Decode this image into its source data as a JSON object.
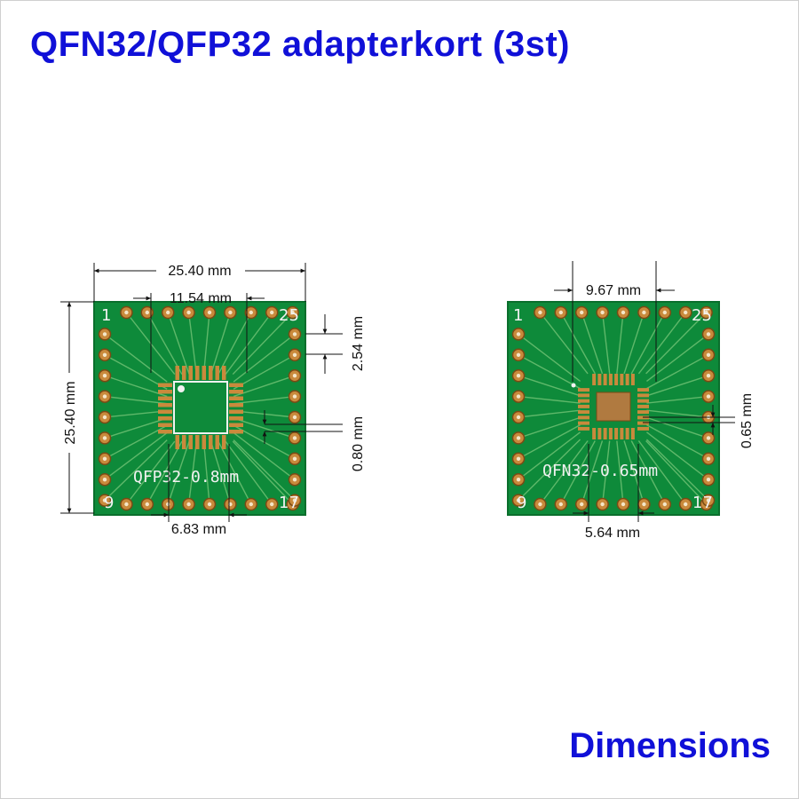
{
  "title": "QFN32/QFP32 adapterkort (3st)",
  "footer": "Dimensions",
  "colors": {
    "title": "#1010d8",
    "board": "#0e8a3a",
    "board_edge": "#0a6e2c",
    "trace": "#5fb86a",
    "pad": "#c98a3c",
    "pad_ring": "#7a4a14",
    "silk": "#f2f2f2",
    "dim_line": "#111111"
  },
  "boards": [
    {
      "id": "qfp",
      "label": "QFP32-0.8mm",
      "pins": {
        "tl": "1",
        "tr": "25",
        "bl": "9",
        "br": "17"
      },
      "dims": {
        "width": "25.40 mm",
        "height": "25.40 mm",
        "chip_span": "11.54 mm",
        "hole_pitch": "2.54 mm",
        "pad_pitch": "0.80 mm",
        "bottom_span": "6.83 mm"
      }
    },
    {
      "id": "qfn",
      "label": "QFN32-0.65mm",
      "pins": {
        "tl": "1",
        "tr": "25",
        "bl": "9",
        "br": "17"
      },
      "dims": {
        "chip_span": "9.67 mm",
        "pad_pitch": "0.65 mm",
        "bottom_span": "5.64 mm"
      }
    }
  ]
}
